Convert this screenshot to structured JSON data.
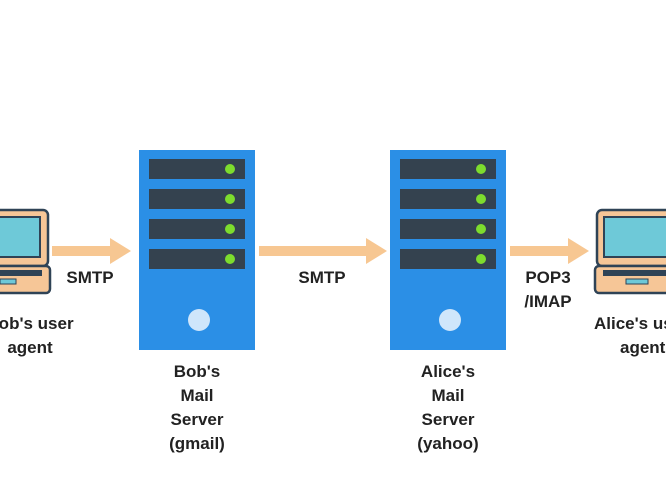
{
  "colors": {
    "server_body": "#2b8fe6",
    "server_slot": "#34424f",
    "server_led": "#7ddc2e",
    "server_button": "#cfe6fb",
    "laptop_frame": "#f6c697",
    "laptop_outline": "#2f4356",
    "laptop_screen": "#6ec9d8",
    "arrow": "#f7c792",
    "text": "#222222"
  },
  "icons": {
    "server": "server-icon",
    "laptop": "laptop-icon",
    "arrow": "arrow-right-icon"
  },
  "nodes": {
    "bob_agent": {
      "lines": [
        "Bob's user",
        "agent"
      ]
    },
    "bob_server": {
      "lines": [
        "Bob's",
        "Mail",
        "Server",
        "(gmail)"
      ]
    },
    "alice_server": {
      "lines": [
        "Alice's",
        "Mail",
        "Server",
        "(yahoo)"
      ]
    },
    "alice_agent": {
      "lines": [
        "Alice's user",
        "agent"
      ]
    }
  },
  "links": {
    "bob_to_bob_server": {
      "lines": [
        "SMTP"
      ]
    },
    "bob_server_to_alice_server": {
      "lines": [
        "SMTP"
      ]
    },
    "alice_server_to_alice": {
      "lines": [
        "POP3",
        "/IMAP"
      ]
    }
  }
}
